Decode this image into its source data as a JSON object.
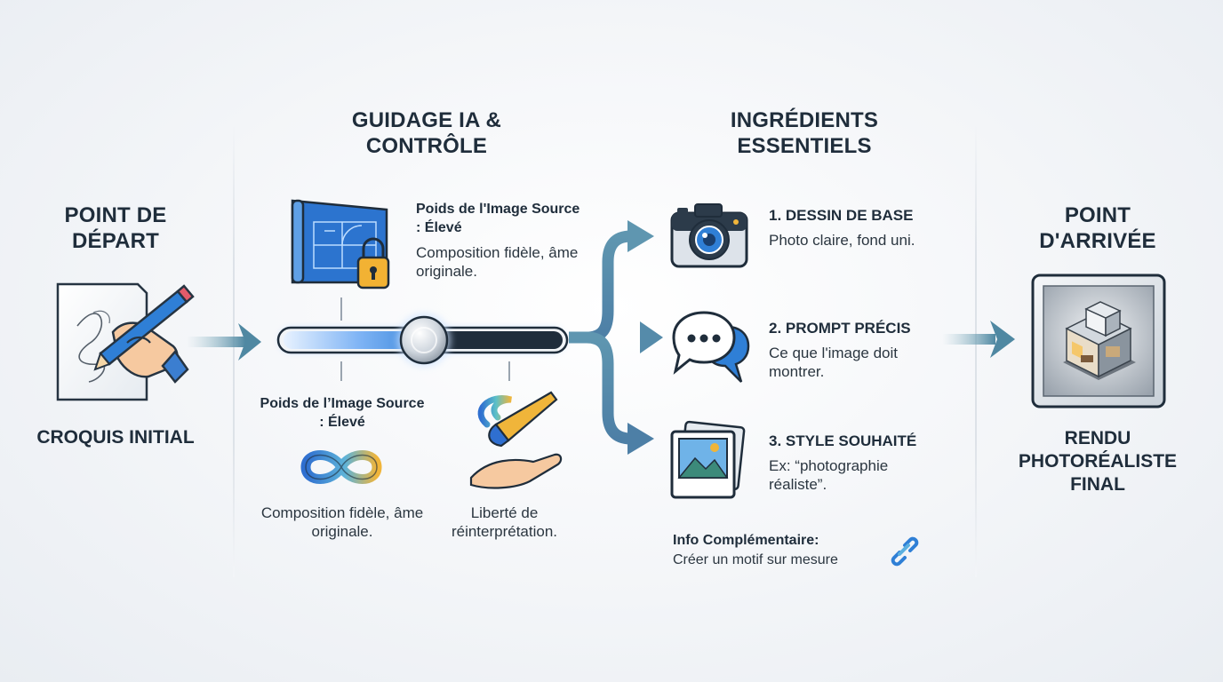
{
  "start": {
    "title": "POINT DE DÉPART",
    "label": "CROQUIS INITIAL"
  },
  "control": {
    "title": "GUIDAGE IA & CONTRÔLE",
    "top": {
      "title": "Poids de l'Image Source : Élevé",
      "text": "Composition fidèle, âme originale."
    },
    "left": {
      "title": "Poids de l’Image Source : Élevé",
      "text": "Composition fidèle, âme originale."
    },
    "right": {
      "text": "Liberté de réinterprétation."
    }
  },
  "ingredients": {
    "title": "INGRÉDIENTS ESSENTIELS",
    "items": [
      {
        "title": "1. DESSIN DE BASE",
        "text": "Photo claire, fond uni.",
        "icon": "camera-icon"
      },
      {
        "title": "2. PROMPT PRÉCIS",
        "text": "Ce que l'image doit montrer.",
        "icon": "chat-bubbles-icon"
      },
      {
        "title": "3. STYLE SOUHAITÉ",
        "text": "Ex: “photographie réaliste”.",
        "icon": "photo-gallery-icon"
      }
    ],
    "info": {
      "title": "Info Complémentaire:",
      "text": "Créer un motif sur mesure",
      "icon": "link-icon"
    }
  },
  "end": {
    "title": "POINT D'ARRIVÉE",
    "label": "RENDU PHOTORÉALISTE FINAL"
  },
  "colors": {
    "accent": "#2f7fd6",
    "arrow": "#5f90a8",
    "dark": "#1f2d3b",
    "lock": "#f2b233"
  }
}
